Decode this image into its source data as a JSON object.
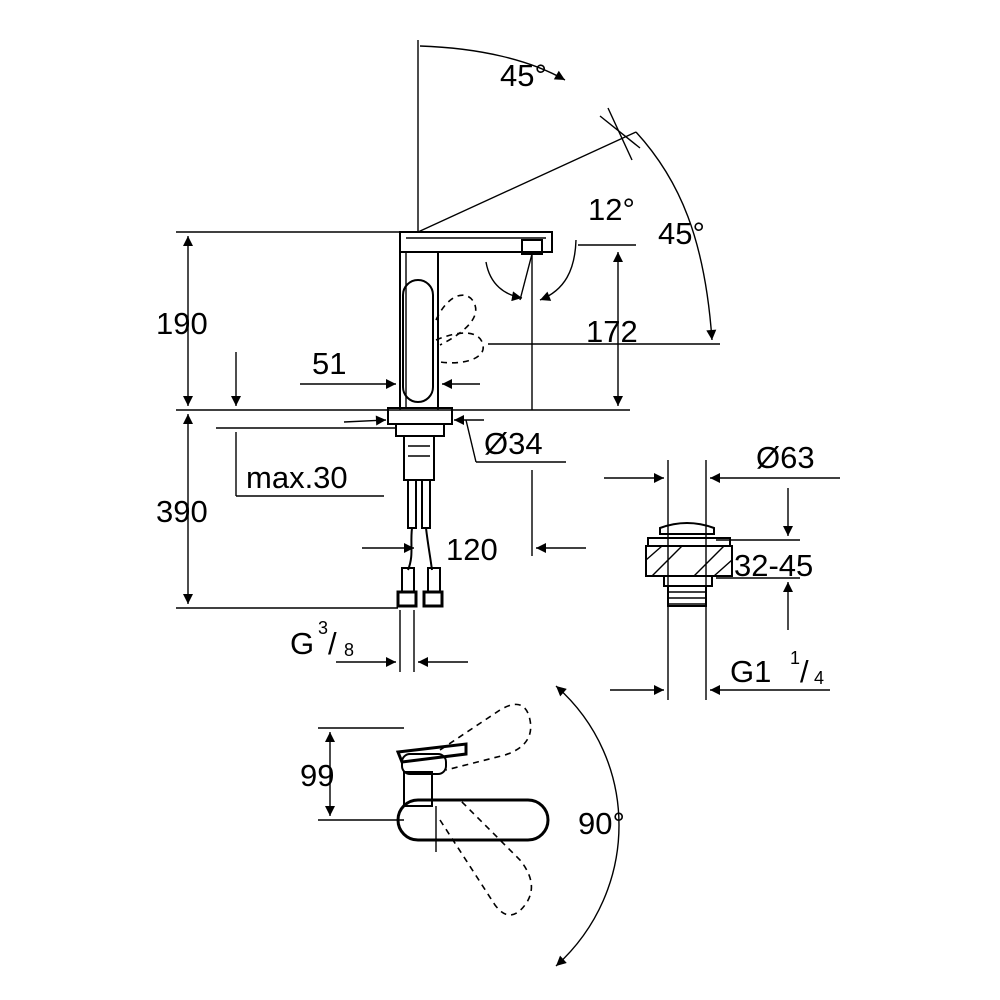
{
  "dimensions": {
    "swivel_angle_top": "45°",
    "swivel_angle_right": "45°",
    "spout_tilt_angle": "12°",
    "total_height": "190",
    "spout_outlet_height": "172",
    "body_width": "51",
    "base_diameter": "Ø34",
    "below_deck_length": "390",
    "max_deck_thickness": "max.30",
    "spout_reach": "120",
    "supply_connection": {
      "prefix": "G",
      "numerator": "3",
      "denominator": "8"
    },
    "waste_diameter": "Ø63",
    "waste_range": "32-45",
    "waste_thread": {
      "prefix": "G1",
      "numerator": "1",
      "denominator": "4"
    },
    "handle_height": "99",
    "handle_rotation": "90°"
  }
}
